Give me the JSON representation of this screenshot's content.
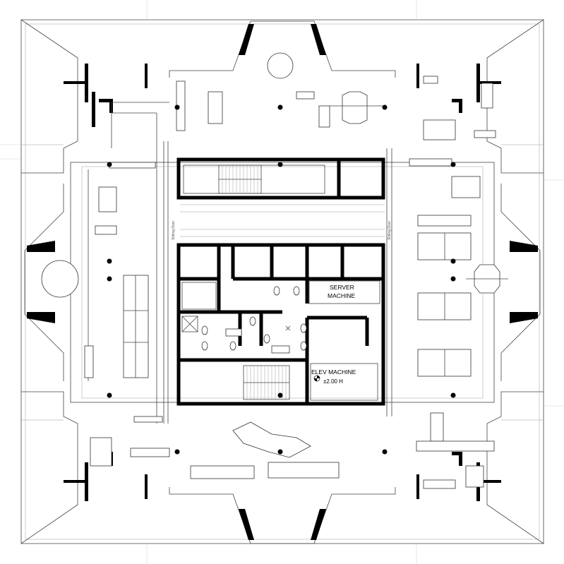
{
  "diagram": {
    "rooms": {
      "server_line1": "SERVER",
      "server_line2": "MACHINE",
      "elev_line1": "ELEV MACHINE",
      "elev_level": "±2.00 H"
    },
    "annotations": {
      "sliding_door_left": "Sliding Door",
      "sliding_door_right": "Sliding Door"
    }
  }
}
